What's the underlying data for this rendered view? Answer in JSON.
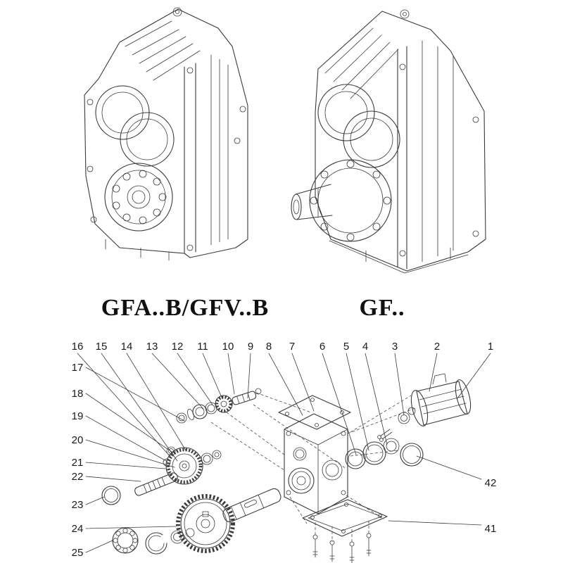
{
  "colors": {
    "background": "#ffffff",
    "line": "#3a3a3a",
    "text": "#1a1a1a"
  },
  "figures": {
    "left": {
      "label": "GFA..B/GFV..B"
    },
    "right": {
      "label": "GF.."
    }
  },
  "exploded": {
    "top_numbers": [
      "16",
      "15",
      "14",
      "13",
      "12",
      "11",
      "10",
      "9",
      "8",
      "7",
      "6",
      "5",
      "4",
      "3",
      "2",
      "1"
    ],
    "left_numbers": [
      "17",
      "18",
      "19",
      "20",
      "21",
      "22",
      "23",
      "24",
      "25"
    ],
    "right_numbers": [
      "42",
      "41"
    ]
  }
}
